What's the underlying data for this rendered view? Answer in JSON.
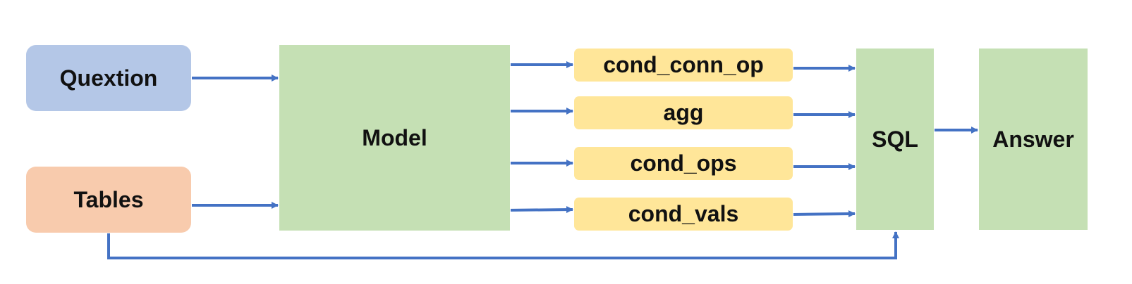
{
  "nodes": {
    "question": {
      "label": "Quextion",
      "color": "#b4c7e7"
    },
    "tables": {
      "label": "Tables",
      "color": "#f8cbad"
    },
    "model": {
      "label": "Model",
      "color": "#c5e0b4"
    },
    "cond_conn_op": {
      "label": "cond_conn_op",
      "color": "#ffe699"
    },
    "agg": {
      "label": "agg",
      "color": "#ffe699"
    },
    "cond_ops": {
      "label": "cond_ops",
      "color": "#ffe699"
    },
    "cond_vals": {
      "label": "cond_vals",
      "color": "#ffe699"
    },
    "sql": {
      "label": "SQL",
      "color": "#c5e0b4"
    },
    "answer": {
      "label": "Answer",
      "color": "#c5e0b4"
    }
  },
  "edges": [
    {
      "from": "question",
      "to": "model"
    },
    {
      "from": "tables",
      "to": "model"
    },
    {
      "from": "model",
      "to": "cond_conn_op"
    },
    {
      "from": "model",
      "to": "agg"
    },
    {
      "from": "model",
      "to": "cond_ops"
    },
    {
      "from": "model",
      "to": "cond_vals"
    },
    {
      "from": "cond_conn_op",
      "to": "sql"
    },
    {
      "from": "agg",
      "to": "sql"
    },
    {
      "from": "cond_ops",
      "to": "sql"
    },
    {
      "from": "cond_vals",
      "to": "sql"
    },
    {
      "from": "sql",
      "to": "answer"
    },
    {
      "from": "tables",
      "to": "sql"
    }
  ],
  "colors": {
    "arrow": "#4472c4"
  }
}
